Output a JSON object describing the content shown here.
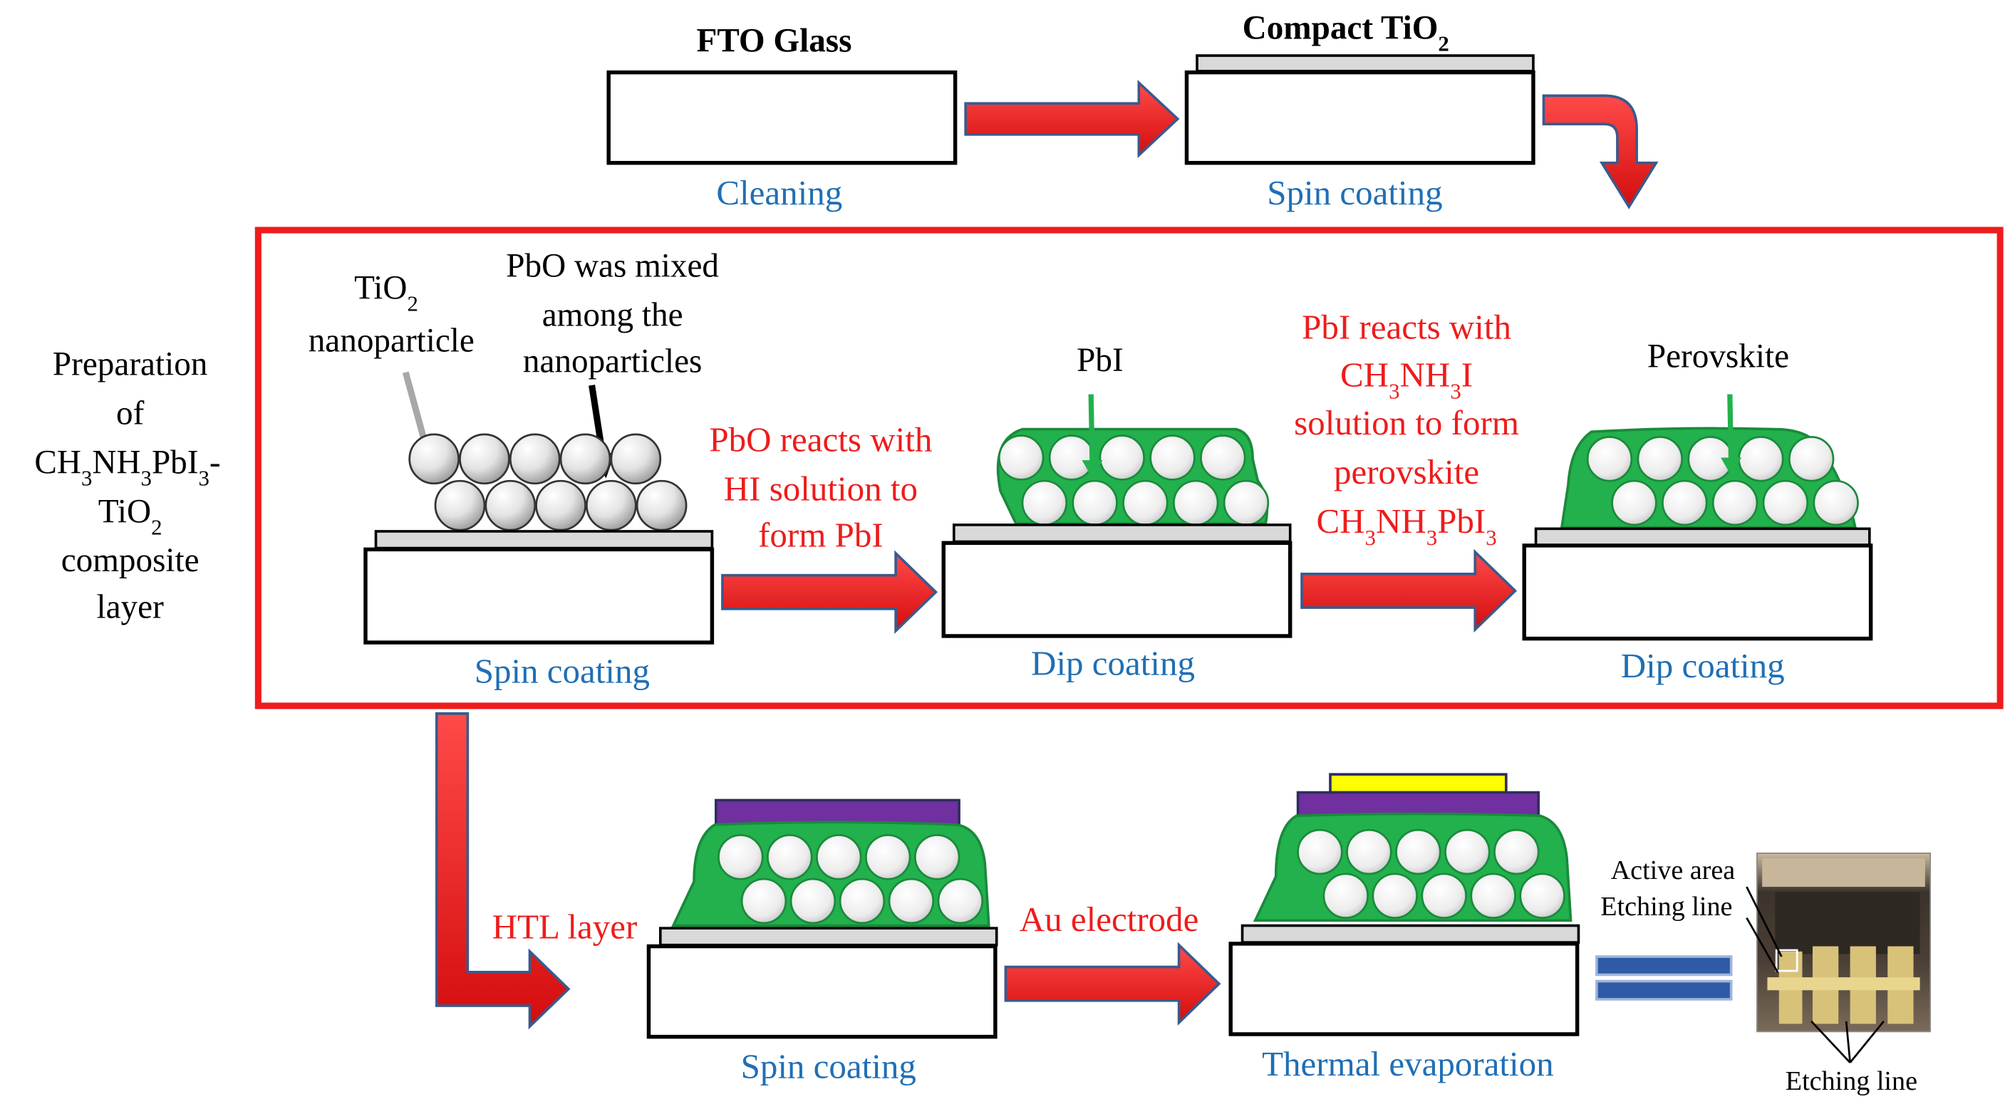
{
  "colors": {
    "arrow_fill": "#ee1c1c",
    "arrow_stroke": "#3a5a8c",
    "process_label": "#1f6fb5",
    "reaction_label": "#ee1c1c",
    "frame": "#ee1c1c",
    "perovskite_green": "#22b14c",
    "htl_purple": "#7030a0",
    "gold_yellow": "#ffff00",
    "layer_grey": "#d9d9d9",
    "particle_grey": "#d4d4d4",
    "equals_blue": "#2e5aa8"
  },
  "top": {
    "fto_title": "FTO Glass",
    "fto_process": "Cleaning",
    "compact_title_main": "Compact TiO",
    "compact_title_sub": "2",
    "compact_process": "Spin coating"
  },
  "section_label": {
    "line1": "Preparation",
    "line2": "of",
    "line3_parts": [
      "CH",
      "3",
      "NH",
      "3",
      "PbI",
      "3",
      "-"
    ],
    "line4_main": "TiO",
    "line4_sub": "2",
    "line5": "composite",
    "line6": "layer"
  },
  "stage1": {
    "tio2_label_main": "TiO",
    "tio2_label_sub": "2",
    "tio2_label_line2": "nanoparticle",
    "pbo_label": [
      "PbO was mixed",
      "among the",
      "nanoparticles"
    ],
    "process": "Spin coating"
  },
  "reaction1": [
    "PbO reacts with",
    "HI solution to",
    "form PbI"
  ],
  "stage2": {
    "label": "PbI",
    "process": "Dip coating"
  },
  "reaction2": {
    "line1": "PbI reacts with",
    "line2_parts": [
      "CH",
      "3",
      "NH",
      "3",
      "I"
    ],
    "line3": "solution to form",
    "line4": "perovskite",
    "line5_parts": [
      "CH",
      "3",
      "NH",
      "3",
      "PbI",
      "3"
    ]
  },
  "stage3": {
    "label": "Perovskite",
    "process": "Dip coating"
  },
  "bottom": {
    "htl_label": "HTL layer",
    "stage4_process": "Spin coating",
    "au_label": "Au electrode",
    "stage5_process": "Thermal evaporation",
    "photo_active_area": "Active area",
    "photo_etching_top": "Etching line",
    "photo_etching_bottom": "Etching line"
  }
}
